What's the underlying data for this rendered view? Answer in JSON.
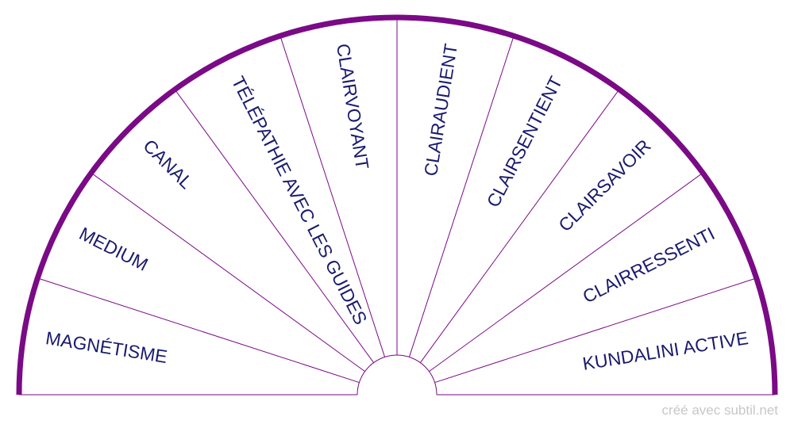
{
  "diagram": {
    "title": "",
    "sectors": [
      "MAGNÉTISME",
      "MEDIUM",
      "CANAL",
      "TÉLÉPATHIE AVEC LES GUIDES",
      "CLAIRVOYANT",
      "CLAIRAUDIENT",
      "CLAIRSENTIENT",
      "CLAIRSAVOIR",
      "CLAIRRESSENTI",
      "KUNDALINI ACTIVE"
    ],
    "colors": {
      "arc": "#7a0a86",
      "lines": "#7a0a86",
      "text": "#1a1a6e",
      "credit": "#c7c7c7"
    }
  },
  "footer": {
    "credit": "créé avec subtil.net"
  }
}
